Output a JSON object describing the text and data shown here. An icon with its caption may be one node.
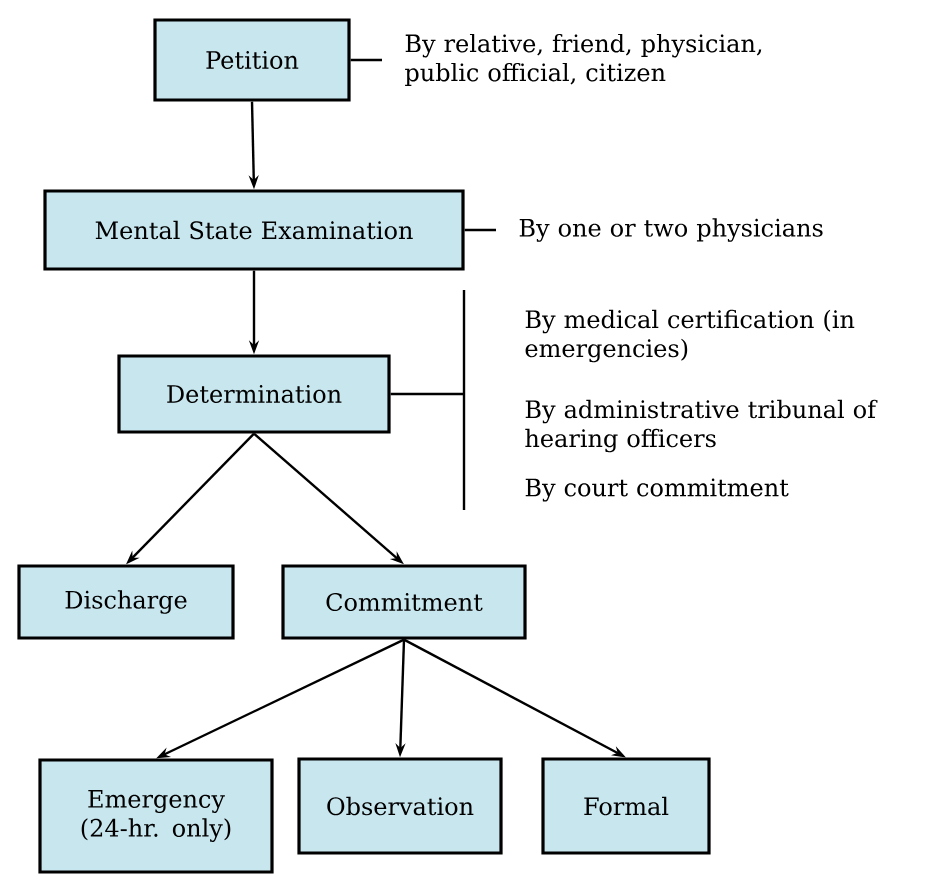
{
  "diagram": {
    "nodes": [
      {
        "text": [
          "Petition"
        ]
      },
      {
        "text": [
          "Mental State Examination"
        ]
      },
      {
        "text": [
          "Determination"
        ],
        "beside": [
          "By medical certification (in emergencies)",
          "By administrative tribunal of hearing officers",
          "By court commitment"
        ]
      },
      {
        "text": [
          "Discharge"
        ]
      },
      {
        "text": [
          "Commitment"
        ]
      },
      {
        "text": [
          "Emergency (24-hr. only)"
        ]
      },
      {
        "text": [
          "Observation"
        ]
      },
      {
        "text": [
          "Formal"
        ]
      },
      {
        "text": [
          "By relative, friend, physician, public official, citizen"
        ]
      },
      {
        "text": [
          "By one or two physicians"
        ]
      }
    ],
    "edges": [
      {
        "from": 0,
        "to": 1,
        "arrow": "to"
      },
      {
        "from": 1,
        "to": 2,
        "arrow": "to"
      },
      {
        "from": 2,
        "to": 3,
        "arrow": "to"
      },
      {
        "from": 2,
        "to": 4,
        "arrow": "to"
      },
      {
        "from": 4,
        "to": 5,
        "arrow": "to"
      },
      {
        "from": 4,
        "to": 6,
        "arrow": "to"
      },
      {
        "from": 4,
        "to": 7,
        "arrow": "to"
      },
      {
        "from": 0,
        "to": 8,
        "arrow": "none"
      },
      {
        "from": 1,
        "to": 9,
        "arrow": "none"
      }
    ]
  }
}
